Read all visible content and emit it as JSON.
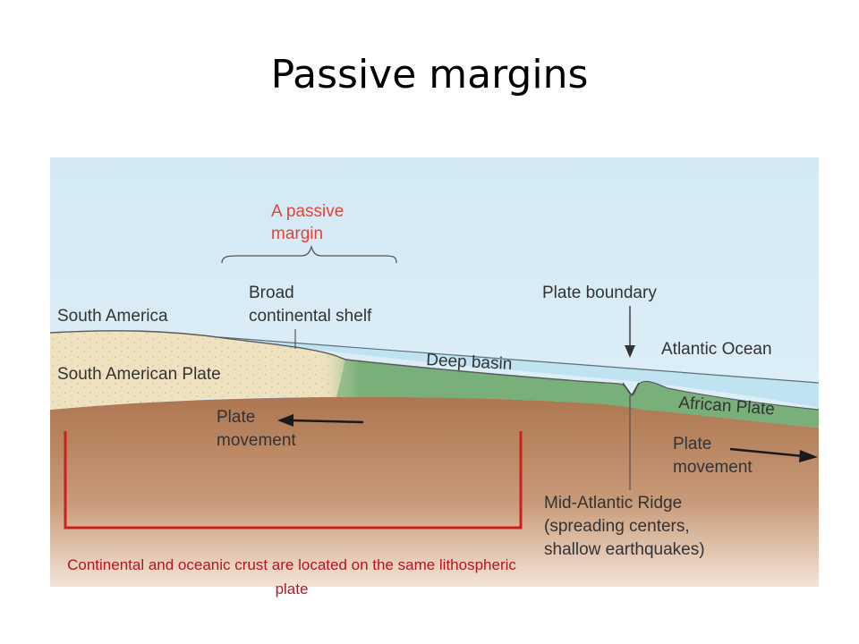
{
  "slide": {
    "title": "Passive margins",
    "caption": "Continental and oceanic crust are located on the same lithospheric plate"
  },
  "diagram": {
    "labels": {
      "passive_margin_line1": "A passive",
      "passive_margin_line2": "margin",
      "shelf_line1": "Broad",
      "shelf_line2": "continental shelf",
      "plate_boundary": "Plate boundary",
      "south_america": "South America",
      "south_american_plate": "South American Plate",
      "atlantic_ocean": "Atlantic Ocean",
      "deep_basin": "Deep basin",
      "african_plate": "African Plate",
      "plate_movement_left_1": "Plate",
      "plate_movement_left_2": "movement",
      "plate_movement_right_1": "Plate",
      "plate_movement_right_2": "movement",
      "ridge_line1": "Mid-Atlantic Ridge",
      "ridge_line2": "(spreading centers,",
      "ridge_line3": "shallow earthquakes)"
    },
    "colors": {
      "sky": "#d9ecf6",
      "ocean": "#bfe3f0",
      "continent": "#efe2c0",
      "oceanic_crust": "#79b07a",
      "mantle": "#b07d58",
      "accent_red": "#e0453a",
      "bracket_red": "#cc1f1f"
    }
  }
}
